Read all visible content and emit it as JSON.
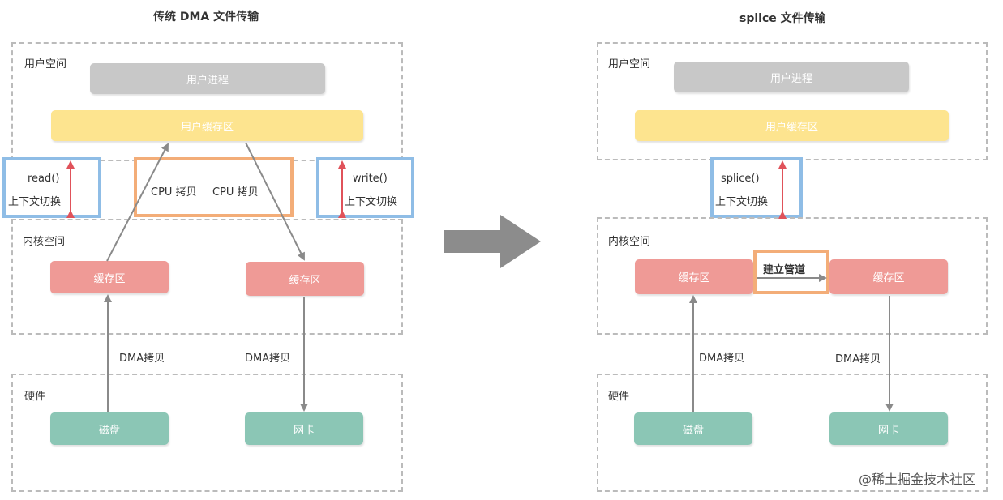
{
  "left": {
    "title": "传统 DMA 文件传输",
    "user_space_label": "用户空间",
    "user_process": "用户进程",
    "user_buffer": "用户缓存区",
    "read_call": "read()",
    "read_ctx": "上下文切换",
    "cpu_copy_1": "CPU 拷贝",
    "cpu_copy_2": "CPU 拷贝",
    "write_call": "write()",
    "write_ctx": "上下文切换",
    "kernel_space_label": "内核空间",
    "kernel_buffer_left": "缓存区",
    "kernel_buffer_right": "缓存区",
    "dma_copy_left": "DMA拷贝",
    "dma_copy_right": "DMA拷贝",
    "hardware_label": "硬件",
    "disk": "磁盘",
    "nic": "网卡"
  },
  "right": {
    "title": "splice 文件传输",
    "user_space_label": "用户空间",
    "user_process": "用户进程",
    "user_buffer": "用户缓存区",
    "splice_call": "splice()",
    "splice_ctx": "上下文切换",
    "kernel_space_label": "内核空间",
    "kernel_buffer_left": "缓存区",
    "pipe_label": "建立管道",
    "kernel_buffer_right": "缓存区",
    "dma_copy_left": "DMA拷贝",
    "dma_copy_right": "DMA拷贝",
    "hardware_label": "硬件",
    "disk": "磁盘",
    "nic": "网卡"
  },
  "watermark": "@稀土掘金技术社区",
  "colors": {
    "region_border": "#bbbbbb",
    "process_block": "#c8c8c8",
    "user_buffer_block": "#fde48f",
    "kernel_buffer_block": "#ef9a96",
    "hardware_block": "#8bc6b5",
    "context_box": "#8fbde6",
    "highlight_box": "#f3ad78",
    "context_arrow": "#e0525a",
    "flow_arrow": "#8a8a8a",
    "big_arrow": "#8c8c8c"
  }
}
